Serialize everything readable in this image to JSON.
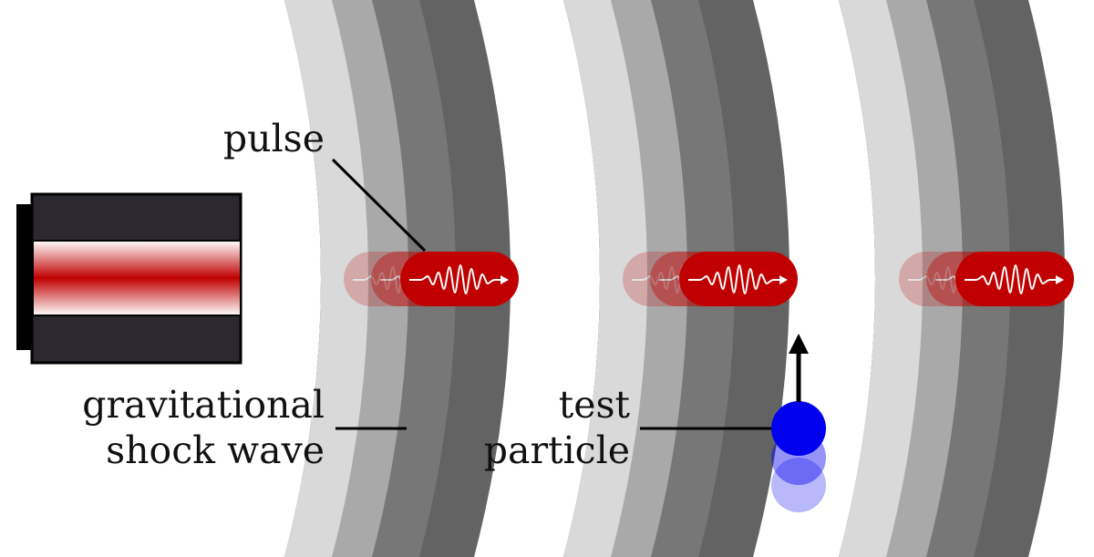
{
  "labels": {
    "pulse": "pulse",
    "shock_wave_line1": "gravitational",
    "shock_wave_line2": "shock wave",
    "test_particle_line1": "test",
    "test_particle_line2": "particle"
  },
  "colors": {
    "background": "#ffffff",
    "shock_band_light": "#d9d9d9",
    "shock_band_mid": "#a9a9a9",
    "shock_band_dark": "#777777",
    "shock_band_darkest": "#636363",
    "laser_body": "#2b2830",
    "laser_beam": "#c00000",
    "pulse_fill": "#c00000",
    "particle": "#0000ee",
    "line": "#000000"
  },
  "icons": {
    "laser": "laser-source-icon",
    "pulse": "wave-packet-icon",
    "particle": "test-particle-icon",
    "arrow": "velocity-arrow-icon"
  },
  "wave_fronts": 3
}
